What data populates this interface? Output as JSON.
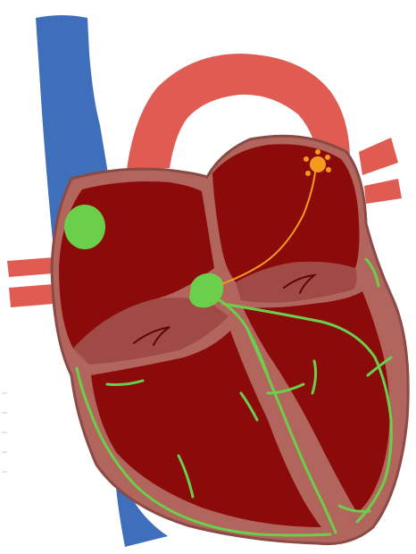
{
  "colors": {
    "vena_cava": "#3f6fba",
    "aorta": "#e05c52",
    "heart_wall": "#b2655c",
    "heart_outline": "#8a4a46",
    "chamber": "#8b0a0a",
    "valve": "#9f4a44",
    "conduction": "#6ccf4c",
    "signal": "#f49a1f",
    "paper": "#ffffff"
  },
  "icons": {
    "sa_node": "green-node",
    "av_node": "green-node",
    "impulse_origin": "orange-splat"
  }
}
